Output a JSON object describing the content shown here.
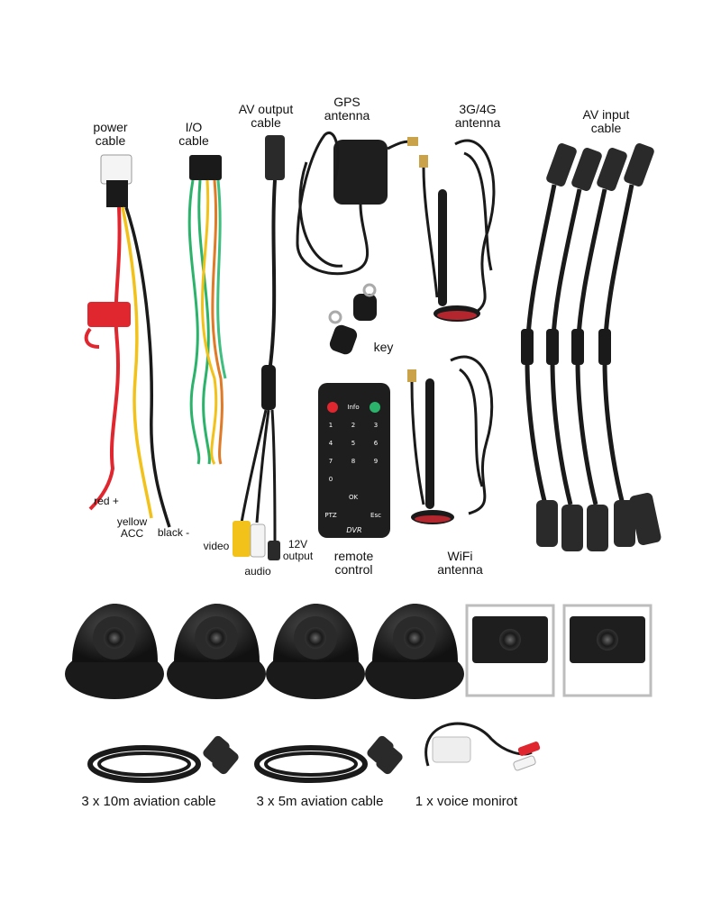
{
  "labels": {
    "power_cable": [
      "power",
      "cable"
    ],
    "io_cable": [
      "I/O",
      "cable"
    ],
    "av_output_cable": [
      "AV output",
      "cable"
    ],
    "gps_antenna": [
      "GPS",
      "antenna"
    ],
    "antenna_3g4g": [
      "3G/4G",
      "antenna"
    ],
    "av_input_cable": [
      "AV input",
      "cable"
    ],
    "key": "key",
    "red_plus": "red +",
    "yellow_acc": [
      "yellow",
      "ACC"
    ],
    "black_minus": "black -",
    "video": "video",
    "audio": "audio",
    "output_12v": [
      "12V",
      "output"
    ],
    "remote_control": [
      "remote",
      "control"
    ],
    "wifi_antenna": [
      "WiFi",
      "antenna"
    ]
  },
  "remote": {
    "keys": [
      "Info",
      "1",
      "2",
      "3",
      "4",
      "5",
      "6",
      "7",
      "8",
      "9",
      "0",
      "OK",
      "PTZ",
      "Esc"
    ],
    "brand": "DVR"
  },
  "captions": {
    "cable_10m": "3 x 10m aviation cable",
    "cable_5m": "3 x 5m aviation cable",
    "voice_monitor": "1 x voice monirot"
  },
  "colors": {
    "red_wire": "#e0262e",
    "yellow_wire": "#f2c21a",
    "green_wire": "#2bb36b",
    "black_part": "#1a1a1a",
    "dome_camera": "#1c1c1c"
  }
}
